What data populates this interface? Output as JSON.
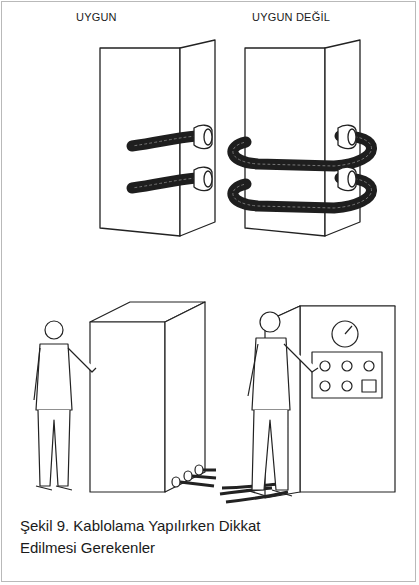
{
  "diagram": {
    "caption": "Şekil 9. Kablolama Yapılırken Dikkat Edilmesi Gerekenler",
    "labels": [
      "UYGUN",
      "UYGUN DEĞİL"
    ]
  }
}
